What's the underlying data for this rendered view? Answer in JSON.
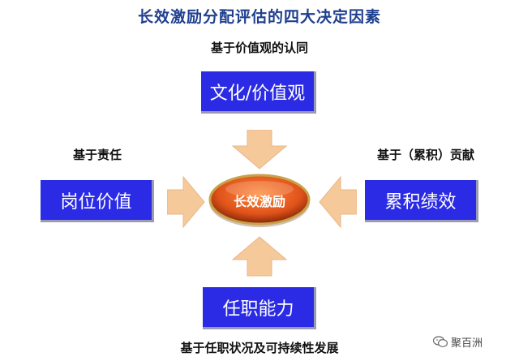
{
  "title": "长效激励分配评估的四大决定因素",
  "top": {
    "caption": "基于价值观的认同",
    "box": "文化/价值观"
  },
  "left": {
    "caption": "基于责任",
    "box": "岗位价值"
  },
  "right": {
    "caption": "基于（累积）贡献",
    "box": "累积绩效"
  },
  "bottom": {
    "caption": "基于任职状况及可持续性发展",
    "box": "任职能力"
  },
  "center": {
    "label": "长效激励"
  },
  "watermark": {
    "text": "聚百洲",
    "icon": "wechat-icon"
  },
  "colors": {
    "box": "#2b2be6",
    "arrow": "#f6c99a",
    "center": "#e0521a",
    "title": "#1f3f8f"
  }
}
